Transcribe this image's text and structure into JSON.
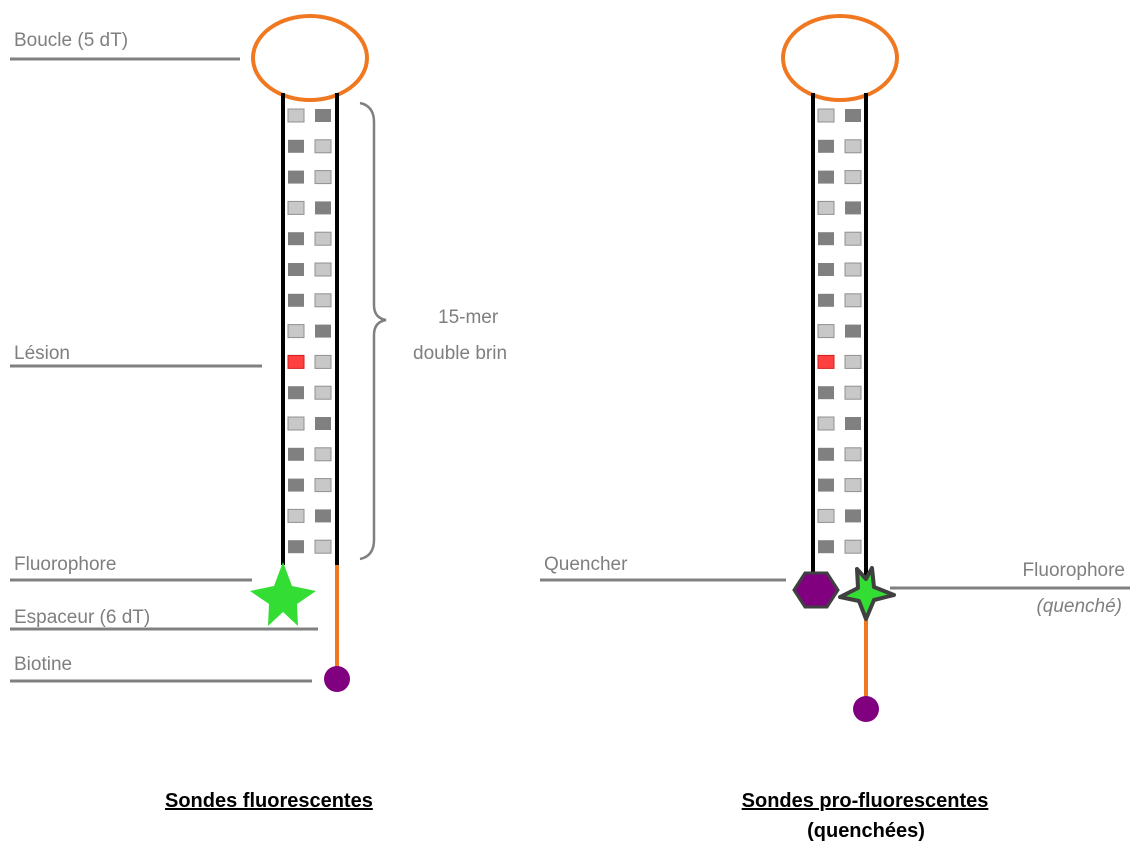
{
  "colors": {
    "loop": "#f07820",
    "strand": "#000000",
    "base_dark": "#808080",
    "base_light": "#c8c8c8",
    "lesion": "#ff4040",
    "fluorophore": "#33dd33",
    "quencher": "#800080",
    "biotin": "#800080",
    "leader_line": "#808080"
  },
  "left_probe": {
    "labels": {
      "loop": "Boucle (5 dT)",
      "lesion": "Lésion",
      "fluorophore": "Fluorophore",
      "spacer": "Espaceur (6 dT)",
      "biotin": "Biotine"
    },
    "duplex_line1": "15-mer",
    "duplex_line2": "double brin",
    "caption": "Sondes fluorescentes"
  },
  "right_probe": {
    "labels": {
      "quencher": "Quencher",
      "fluorophore": "Fluorophore",
      "fluorophore_state": "(quenché)"
    },
    "caption_line1": "Sondes pro-fluorescentes",
    "caption_line2": "(quenchées)"
  },
  "base_pairs": {
    "count": 15,
    "lesion_index": 8,
    "left_base_shade": [
      "light",
      "dark",
      "dark",
      "light",
      "dark",
      "dark",
      "dark",
      "light",
      "lesion",
      "dark",
      "light",
      "dark",
      "dark",
      "light",
      "dark"
    ],
    "right_base_shade": [
      "dark",
      "light",
      "light",
      "dark",
      "light",
      "light",
      "light",
      "dark",
      "light",
      "light",
      "dark",
      "light",
      "light",
      "dark",
      "light"
    ]
  }
}
